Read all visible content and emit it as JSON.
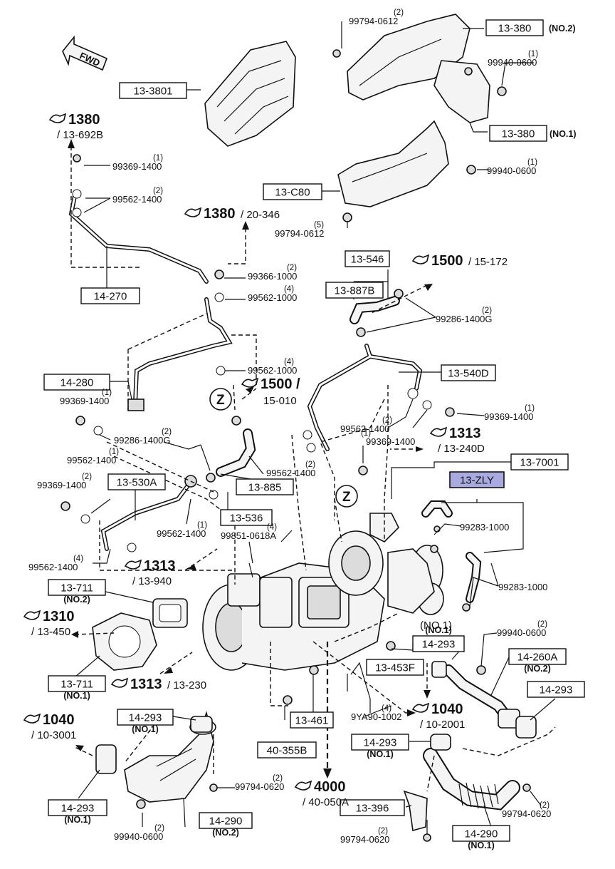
{
  "callouts": [
    {
      "id": "c-13-380-no2",
      "text": "13-380",
      "suffix": "(NO.2)"
    },
    {
      "id": "c-13-3801",
      "text": "13-3801"
    },
    {
      "id": "c-13-380-no1",
      "text": "13-380",
      "suffix": "(NO.1)"
    },
    {
      "id": "c-13-c80",
      "text": "13-C80"
    },
    {
      "id": "c-14-270",
      "text": "14-270"
    },
    {
      "id": "c-13-546",
      "text": "13-546"
    },
    {
      "id": "c-13-887b",
      "text": "13-887B"
    },
    {
      "id": "c-14-280",
      "text": "14-280"
    },
    {
      "id": "c-13-540d",
      "text": "13-540D"
    },
    {
      "id": "c-13-530a",
      "text": "13-530A"
    },
    {
      "id": "c-13-885",
      "text": "13-885"
    },
    {
      "id": "c-13-536",
      "text": "13-536"
    },
    {
      "id": "c-13-7001",
      "text": "13-7001"
    },
    {
      "id": "c-13-zly",
      "text": "13-ZLY"
    },
    {
      "id": "c-13-711-no2",
      "text": "13-711",
      "suffix": "(NO.2)"
    },
    {
      "id": "c-13-711-no1",
      "text": "13-711",
      "suffix": "(NO.1)"
    },
    {
      "id": "c-14-293-a",
      "text": "14-293",
      "suffix": "(NO.1)"
    },
    {
      "id": "c-13-453f",
      "text": "13-453F"
    },
    {
      "id": "c-14-260a",
      "text": "14-260A",
      "suffix": "(NO.2)"
    },
    {
      "id": "c-14-293-b",
      "text": "14-293"
    },
    {
      "id": "c-14-293-c",
      "text": "14-293",
      "suffix": "(NO.1)"
    },
    {
      "id": "c-13-461",
      "text": "13-461"
    },
    {
      "id": "c-40-355b",
      "text": "40-355B"
    },
    {
      "id": "c-14-293-d",
      "text": "14-293",
      "suffix": "(NO.1)"
    },
    {
      "id": "c-14-293-e",
      "text": "14-293",
      "suffix": "(NO.1)"
    },
    {
      "id": "c-14-290-no2",
      "text": "14-290",
      "suffix": "(NO.2)"
    },
    {
      "id": "c-13-396",
      "text": "13-396"
    },
    {
      "id": "c-14-290-no1",
      "text": "14-290",
      "suffix": "(NO.1)"
    }
  ],
  "part_numbers": [
    {
      "id": "p1",
      "qty": "(2)",
      "text": "99794-0612"
    },
    {
      "id": "p2",
      "qty": "(1)",
      "text": "99940-0600"
    },
    {
      "id": "p3",
      "qty": "(1)",
      "text": "99940-0600"
    },
    {
      "id": "p4",
      "qty": "(1)",
      "text": "99369-1400"
    },
    {
      "id": "p5",
      "qty": "(2)",
      "text": "99562-1400"
    },
    {
      "id": "p6",
      "qty": "(5)",
      "text": "99794-0612"
    },
    {
      "id": "p7",
      "qty": "(2)",
      "text": "99366-1000"
    },
    {
      "id": "p8",
      "qty": "(4)",
      "text": "99562-1000"
    },
    {
      "id": "p9",
      "qty": "(2)",
      "text": "99286-1400G"
    },
    {
      "id": "p10",
      "qty": "(4)",
      "text": "99562-1000"
    },
    {
      "id": "p11",
      "qty": "(1)",
      "text": "99369-1400"
    },
    {
      "id": "p12",
      "qty": "(1)",
      "text": "99369-1400"
    },
    {
      "id": "p13",
      "qty": "(2)",
      "text": "99286-1400G"
    },
    {
      "id": "p14",
      "qty": "(1)",
      "text": "99562-1400"
    },
    {
      "id": "p15",
      "qty": "(2)",
      "text": "99562-1400"
    },
    {
      "id": "p16",
      "qty": "(1)",
      "text": "99369-1400"
    },
    {
      "id": "p17",
      "qty": "(2)",
      "text": "99562-1400"
    },
    {
      "id": "p18",
      "qty": "(2)",
      "text": "99369-1400"
    },
    {
      "id": "p19",
      "qty": "(1)",
      "text": "99562-1400"
    },
    {
      "id": "p20",
      "qty": "(4)",
      "text": "99851-0618A"
    },
    {
      "id": "p21",
      "qty": "(4)",
      "text": "99562-1400"
    },
    {
      "id": "p22",
      "qty": "",
      "text": "99283-1000"
    },
    {
      "id": "p23",
      "qty": "",
      "text": "99283-1000"
    },
    {
      "id": "p24",
      "qty": "(2)",
      "text": "99940-0600"
    },
    {
      "id": "p25",
      "qty": "(4)",
      "text": "9YA90-1002"
    },
    {
      "id": "p26",
      "qty": "(2)",
      "text": "99794-0620"
    },
    {
      "id": "p27",
      "qty": "(2)",
      "text": "99940-0600"
    },
    {
      "id": "p28",
      "qty": "(2)",
      "text": "99794-0620"
    },
    {
      "id": "p29",
      "qty": "(2)",
      "text": "99794-0620"
    }
  ],
  "refs": [
    {
      "id": "r1",
      "main": "1380",
      "sub": "/ 13-692B"
    },
    {
      "id": "r2",
      "main": "1380",
      "sub": "/ 20-346"
    },
    {
      "id": "r3",
      "main": "1500",
      "sub": "/ 15-172"
    },
    {
      "id": "r4",
      "main": "1500",
      "slash": "/",
      "sub": "15-010"
    },
    {
      "id": "r5",
      "main": "1313",
      "sub": "/ 13-240D"
    },
    {
      "id": "r6",
      "main": "1313",
      "sub": "/ 13-940"
    },
    {
      "id": "r7",
      "main": "1310",
      "sub": "/ 13-450"
    },
    {
      "id": "r8",
      "main": "1313",
      "sub": "/ 13-230"
    },
    {
      "id": "r9",
      "main": "1040",
      "sub": "/ 10-2001"
    },
    {
      "id": "r10",
      "main": "1040",
      "sub": "/ 10-3001"
    },
    {
      "id": "r11",
      "main": "4000",
      "sub": "/ 40-050A"
    }
  ],
  "misc": {
    "fwd": "FWD",
    "z_mark_1": "Z",
    "z_mark_2": "Z",
    "no1_label": "(NO.1)",
    "highlight_color": "#a9abe0"
  }
}
